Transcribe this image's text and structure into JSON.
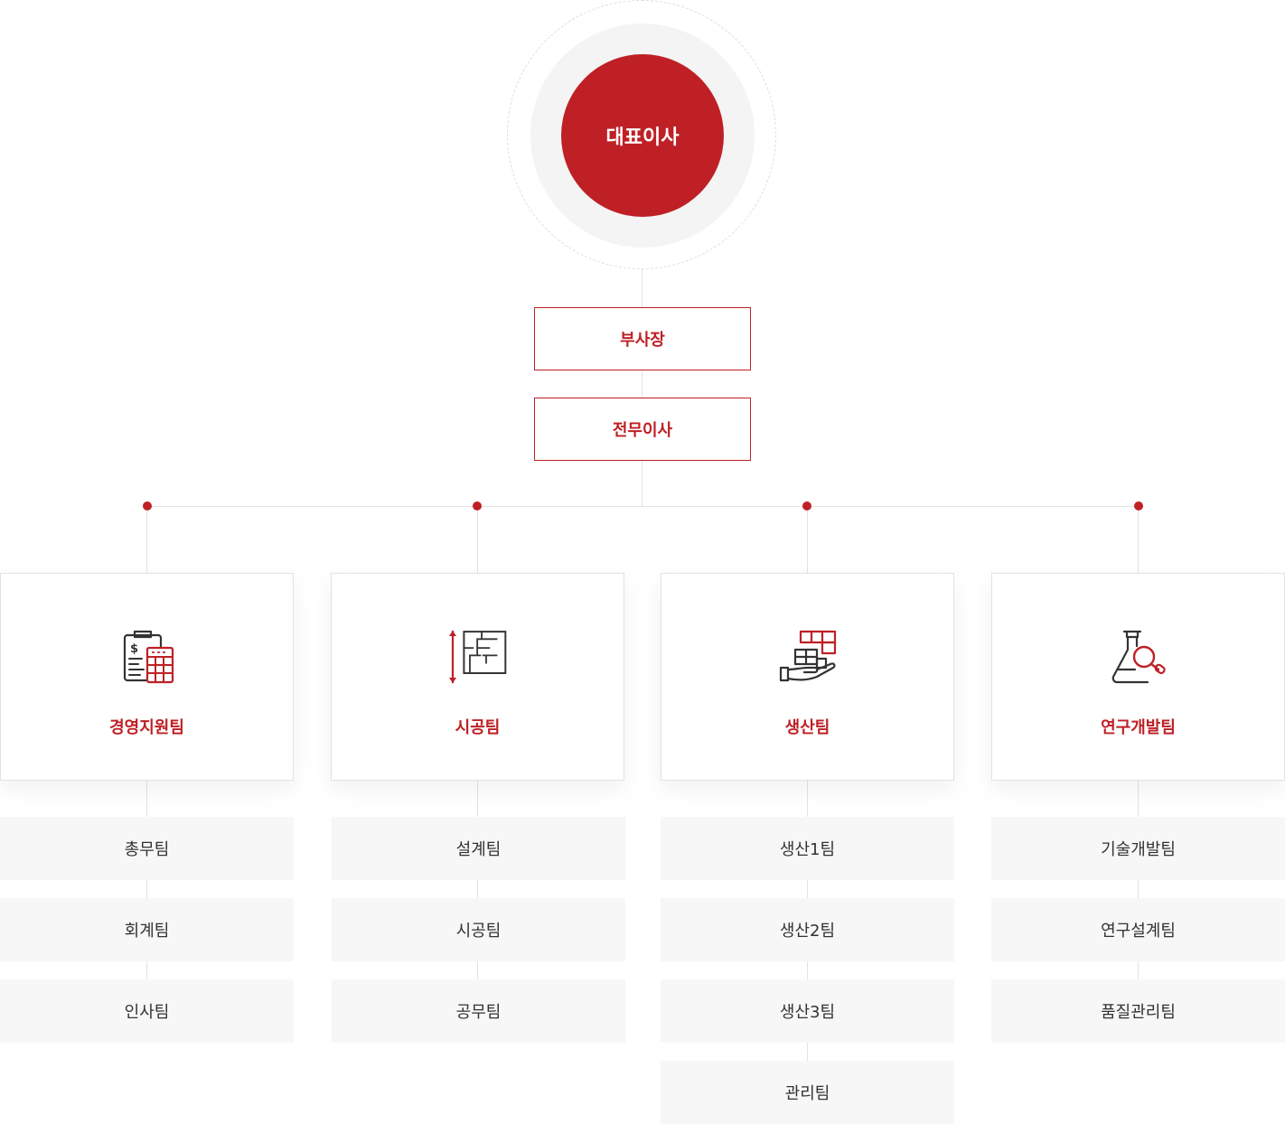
{
  "ceo": {
    "label": "대표이사"
  },
  "executives": [
    {
      "label": "부사장"
    },
    {
      "label": "전무이사"
    }
  ],
  "departments": [
    {
      "label": "경영지원팀",
      "icon": "calculator-invoice-icon",
      "teams": [
        "총무팀",
        "회계팀",
        "인사팀"
      ]
    },
    {
      "label": "시공팀",
      "icon": "floor-plan-icon",
      "teams": [
        "설계팀",
        "시공팀",
        "공무팀"
      ]
    },
    {
      "label": "생산팀",
      "icon": "boxes-hand-icon",
      "teams": [
        "생산1팀",
        "생산2팀",
        "생산3팀",
        "관리팀"
      ]
    },
    {
      "label": "연구개발팀",
      "icon": "flask-magnifier-icon",
      "teams": [
        "기술개발팀",
        "연구설계팀",
        "품질관리팀"
      ]
    }
  ],
  "colors": {
    "accent": "#be2025",
    "line": "#e3e3e3",
    "team_bg": "#f7f7f7",
    "ring_bg": "#f4f4f4"
  }
}
